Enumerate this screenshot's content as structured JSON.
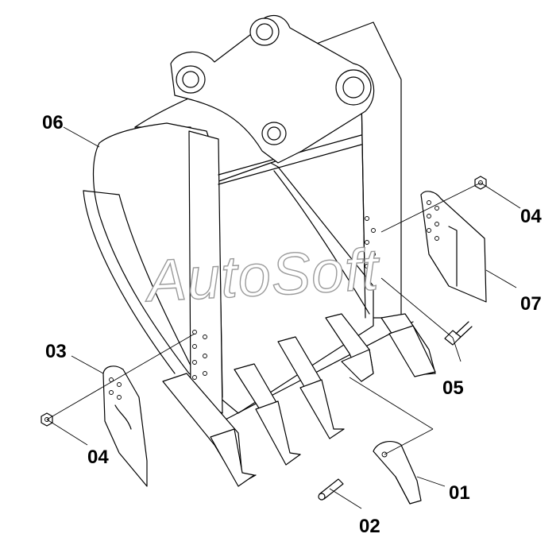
{
  "watermark": "AutoSoft",
  "labels": {
    "p01": "01",
    "p02": "02",
    "p03": "03",
    "p04a": "04",
    "p04b": "04",
    "p05": "05",
    "p06": "06",
    "p07": "07"
  }
}
